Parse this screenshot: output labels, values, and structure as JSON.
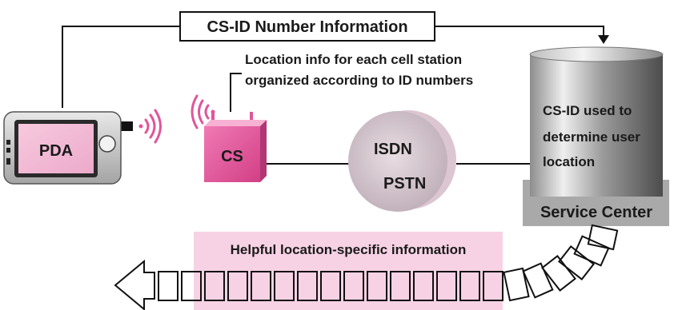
{
  "diagram": {
    "top_label": "CS-ID Number Information",
    "cs_note": {
      "line1": "Location info for each cell station",
      "line2": "organized according to ID numbers"
    },
    "pda_label": "PDA",
    "cs_label": "CS",
    "network": {
      "line1": "ISDN",
      "line2": "PSTN"
    },
    "server_text": {
      "line1": "CS-ID used to",
      "line2": "determine user",
      "line3": "location"
    },
    "server_label": "Service Center",
    "bottom_label": "Helpful location-specific information",
    "colors": {
      "cs_box": "#e0559a",
      "label_bg_pink": "#f6d2e4",
      "network_cloud": "#cfc0c8",
      "signal_waves": "#e0559a",
      "server_base": "#aaaaaa"
    }
  }
}
